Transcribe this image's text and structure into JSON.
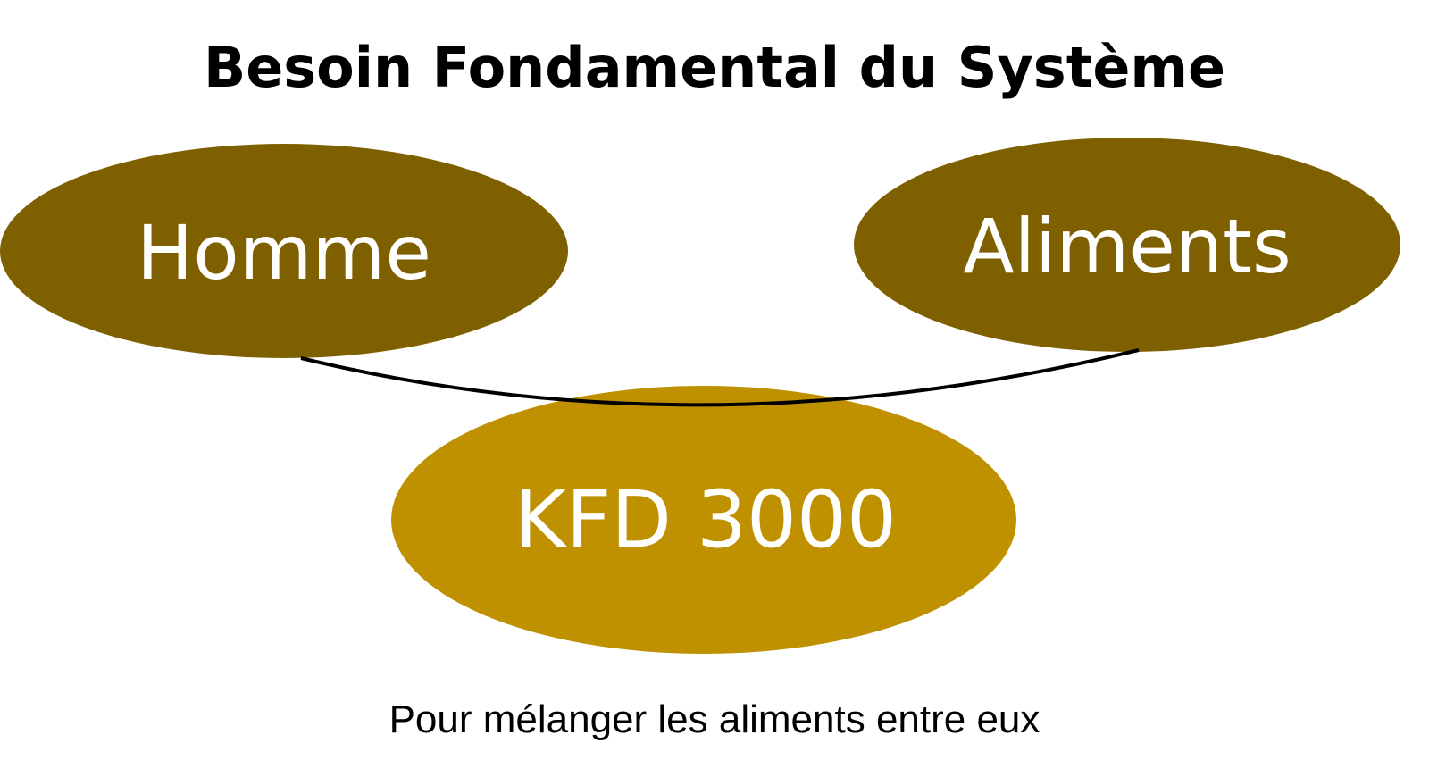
{
  "title": "Besoin Fondamental du Système",
  "nodes": {
    "homme": {
      "label": "Homme",
      "color": "#7F6000"
    },
    "aliments": {
      "label": "Aliments",
      "color": "#7F6000"
    },
    "product": {
      "label": "KFD 3000",
      "color": "#BF9000"
    }
  },
  "connector_color": "#000000",
  "caption": "Pour mélanger les aliments entre eux"
}
